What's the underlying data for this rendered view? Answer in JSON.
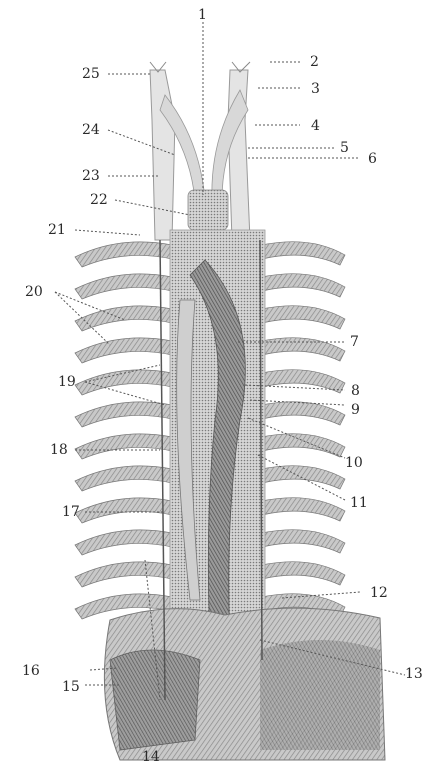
{
  "figure": {
    "labels": [
      "1",
      "2",
      "3",
      "4",
      "5",
      "6",
      "7",
      "8",
      "9",
      "10",
      "11",
      "12",
      "13",
      "14",
      "15",
      "16",
      "17",
      "18",
      "19",
      "20",
      "21",
      "22",
      "23",
      "24",
      "25"
    ]
  }
}
